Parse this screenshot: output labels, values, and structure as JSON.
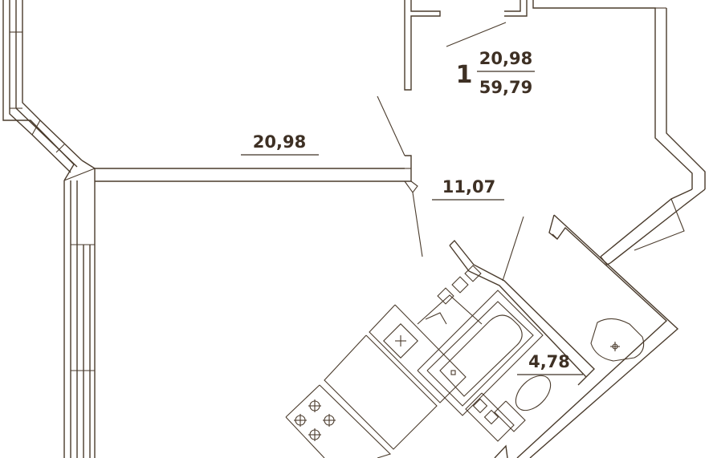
{
  "plan": {
    "room_number": "1",
    "living_area": "20,98",
    "total_area": "59,79",
    "rooms": [
      {
        "id": "room",
        "area": "20,98"
      },
      {
        "id": "kitchen",
        "area": "11,07"
      },
      {
        "id": "bathroom",
        "area": "4,78"
      }
    ]
  },
  "colors": {
    "line": "#4a3b2c",
    "text": "#3e3024",
    "background": "#ffffff"
  }
}
